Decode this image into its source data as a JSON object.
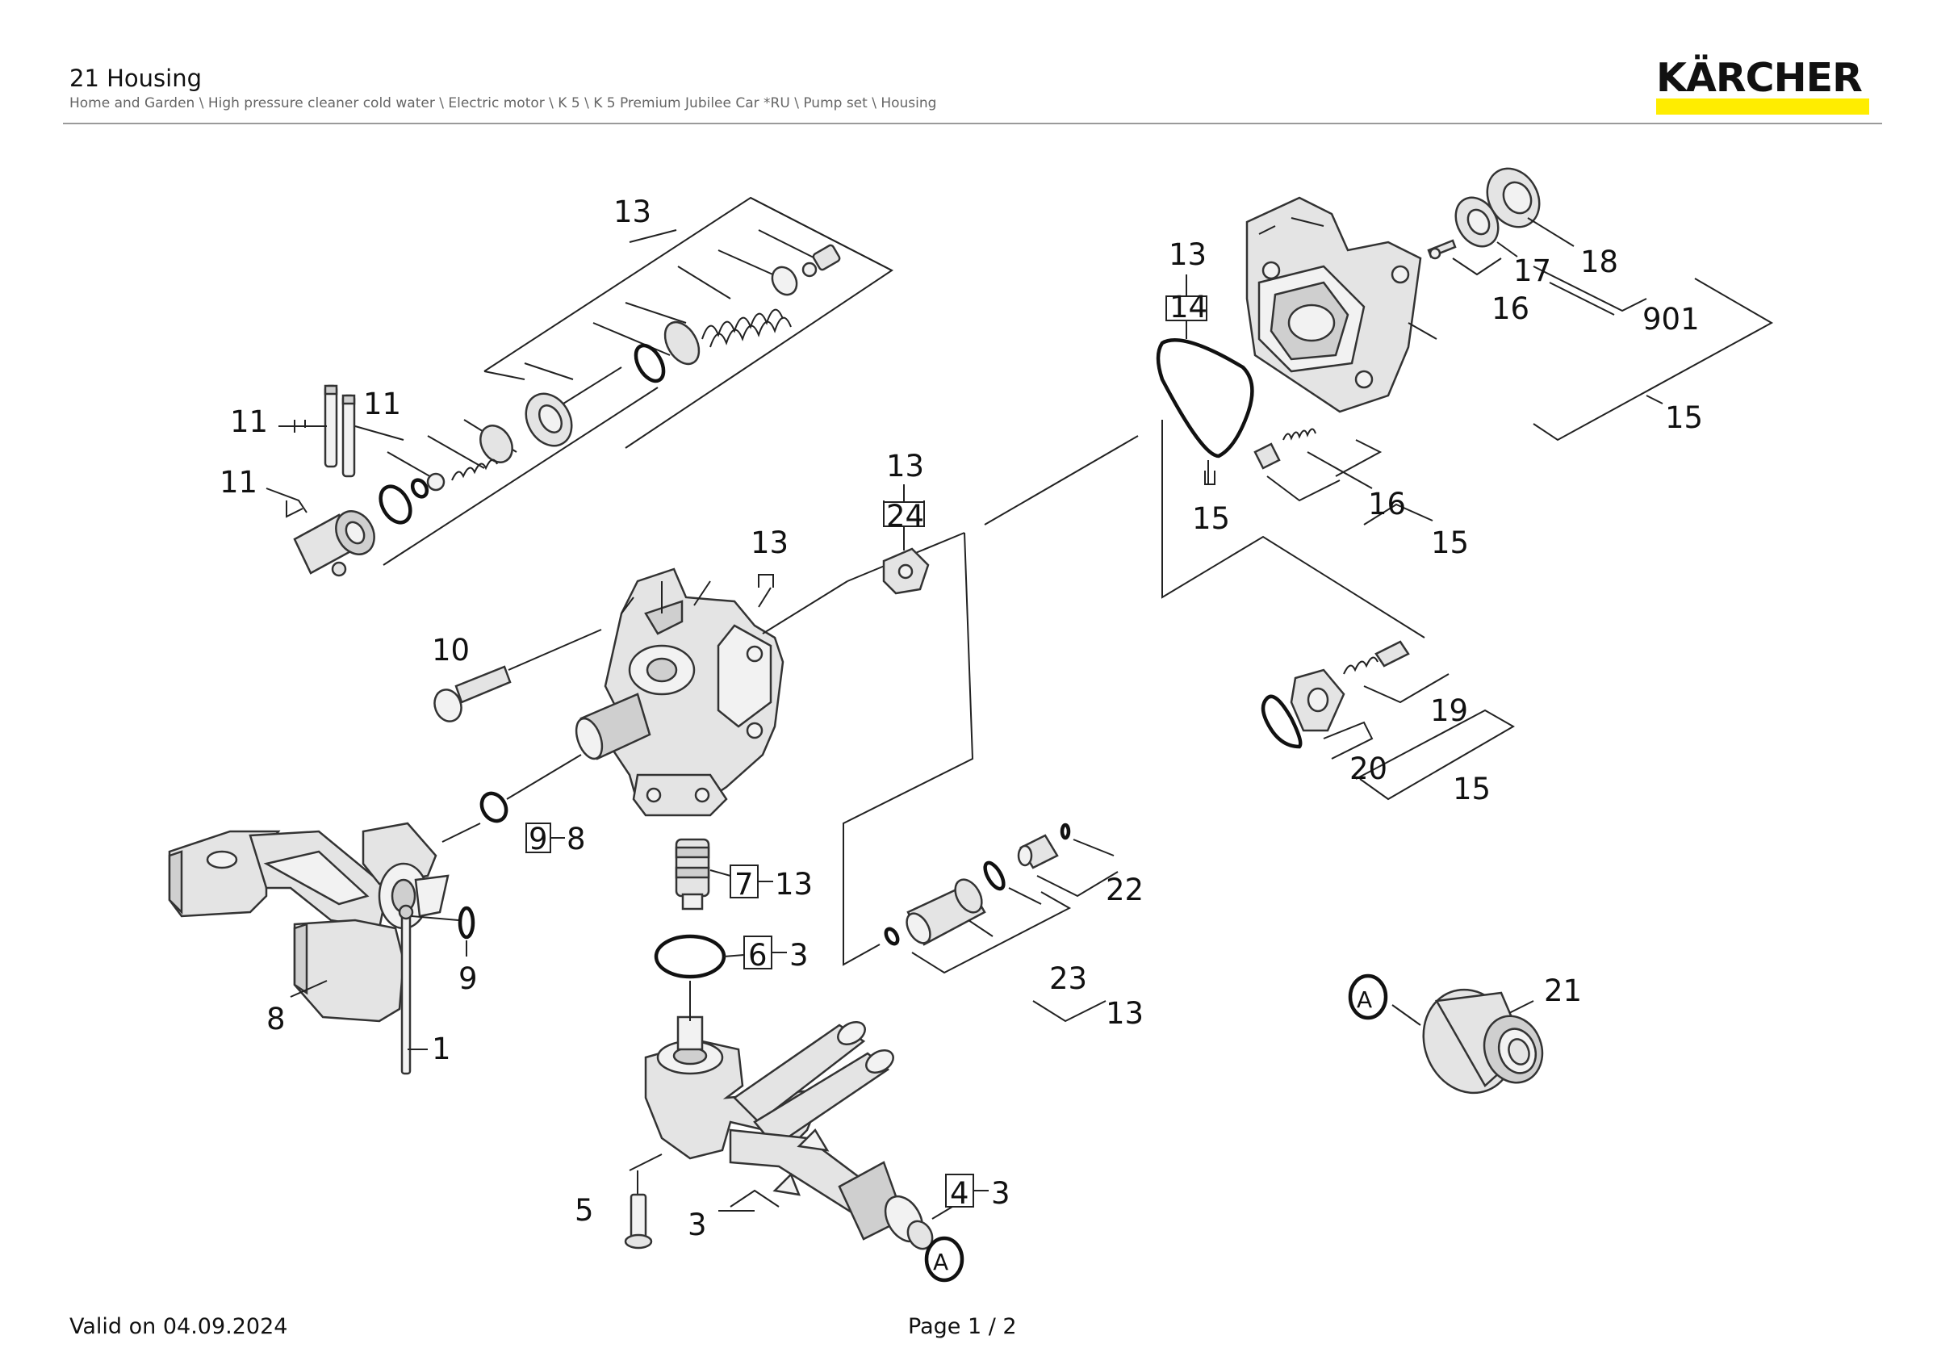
{
  "header": {
    "title": "21 Housing",
    "breadcrumb": "Home and Garden \\ High pressure cleaner cold water \\ Electric motor \\ K 5 \\ K 5 Premium Jubilee Car *RU \\ Pump set \\ Housing"
  },
  "logo": {
    "text": "KÄRCHER",
    "accent_color": "#ffed00"
  },
  "footer": {
    "valid_on": "Valid on 04.09.2024",
    "page": "Page 1 / 2"
  },
  "callouts": {
    "c13_top": "13",
    "c11_left": "11",
    "c11_mid": "11",
    "c11_lower": "11",
    "c13_center_top": "13",
    "c24": "24",
    "c13_housing": "13",
    "c10": "10",
    "c9_boxed": "9",
    "c8_a": "8",
    "c9": "9",
    "c8": "8",
    "c1": "1",
    "c7": "7",
    "c13_valve": "13",
    "c6": "6",
    "c3_a": "3",
    "c5": "5",
    "c3_b": "3",
    "c4": "4",
    "c3_c": "3",
    "c13_right": "13",
    "c14": "14",
    "c15_under14": "15",
    "c18": "18",
    "c17": "17",
    "c16_a": "16",
    "c901": "901",
    "c15_a": "15",
    "c16_b": "16",
    "c15_b": "15",
    "c19": "19",
    "c20": "20",
    "c15_c": "15",
    "c22": "22",
    "c23": "23",
    "c13_lower": "13",
    "c21": "21",
    "marker_a1": "A",
    "marker_a2": "A"
  }
}
